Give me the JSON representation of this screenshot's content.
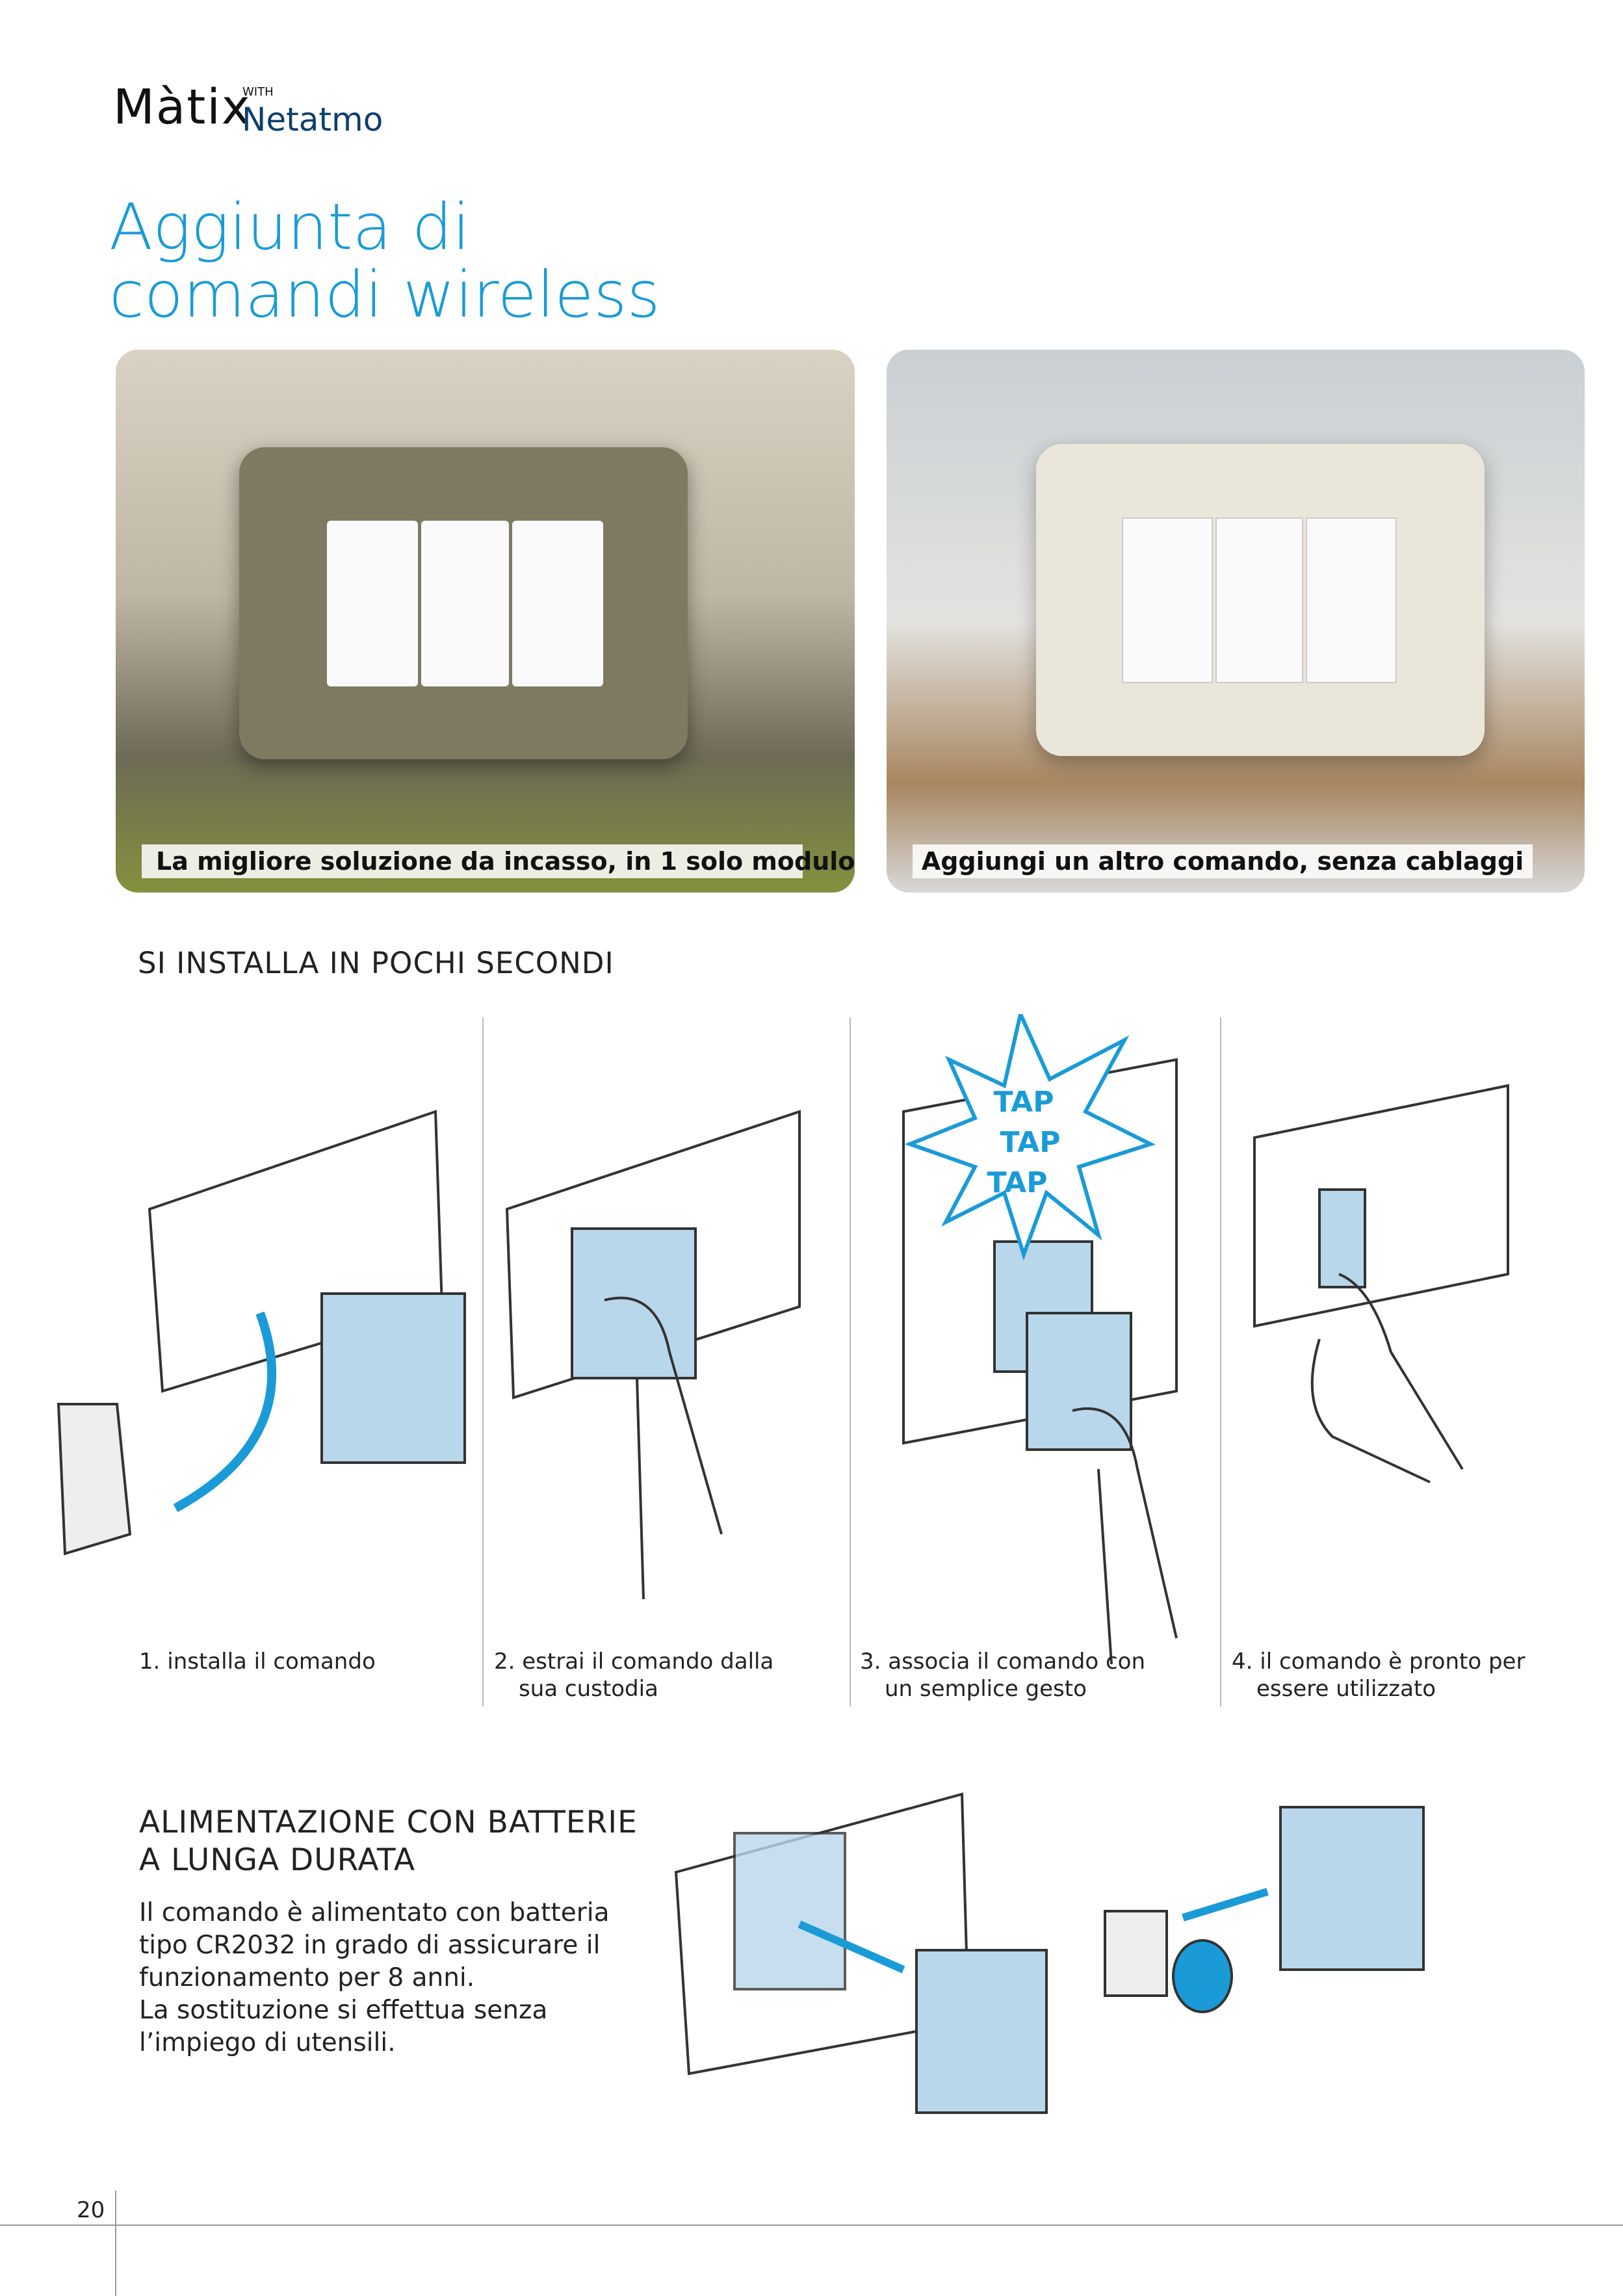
{
  "header": {
    "brand": "Màtix",
    "with": "WITH",
    "partner": "Netatmo"
  },
  "title": {
    "line1": "Aggiunta di",
    "line2": "comandi wireless"
  },
  "photos": [
    {
      "caption": "La migliore soluzione da incasso, in 1 solo modulo"
    },
    {
      "caption": "Aggiungi un altro comando, senza cablaggi"
    }
  ],
  "install": {
    "heading": "SI INSTALLA IN POCHI SECONDI",
    "steps": [
      {
        "line1": "1. installa il comando",
        "line2": ""
      },
      {
        "line1": "2. estrai il comando dalla",
        "line2": "sua custodia"
      },
      {
        "line1": "3. associa il comando con",
        "line2": "un semplice gesto"
      },
      {
        "line1": "4. il comando è pronto per",
        "line2": "essere utilizzato"
      }
    ],
    "tap_text": "TAP"
  },
  "battery": {
    "heading1": "ALIMENTAZIONE CON BATTERIE",
    "heading2": "A LUNGA DURATA",
    "body": [
      "Il comando è alimentato con batteria",
      "tipo CR2032  in grado di assicurare il",
      "funzionamento per 8 anni.",
      "La sostituzione si effettua senza",
      "l’impiego di utensili."
    ]
  },
  "page_number": "20",
  "colors": {
    "accent": "#1a9bd7",
    "brand": "#0d3f6b",
    "module": "#b9d7ea"
  }
}
